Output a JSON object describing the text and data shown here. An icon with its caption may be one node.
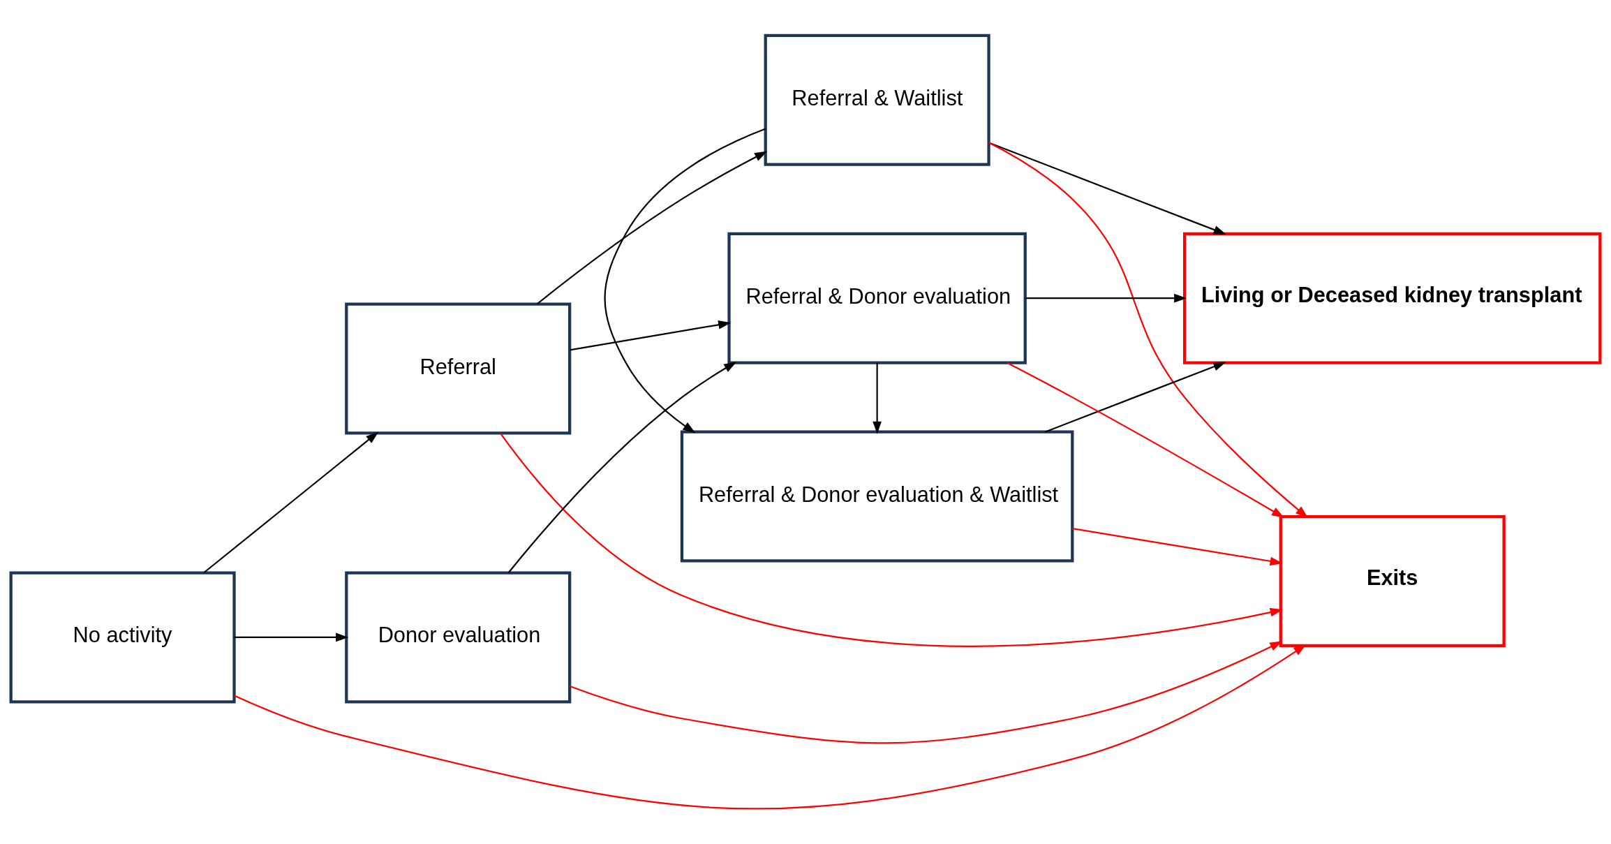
{
  "diagram": {
    "nodes": [
      {
        "text": [
          "No activity"
        ]
      },
      {
        "text": [
          "Referral"
        ]
      },
      {
        "text": [
          "Donor evaluation"
        ]
      },
      {
        "text": [
          "Referral & Waitlist"
        ]
      },
      {
        "text": [
          "Referral & Donor evaluation & Waitlist"
        ]
      },
      {
        "text": [
          "Referral & Donor evaluation"
        ]
      },
      {
        "text": [
          "Living or Deceased kidney transplant"
        ]
      },
      {
        "text": [
          "Exits"
        ]
      }
    ],
    "edges": [
      {
        "from": 0,
        "to": 1,
        "arrow": "to"
      },
      {
        "from": 0,
        "to": 2,
        "arrow": "to"
      },
      {
        "from": 1,
        "to": 3,
        "arrow": "to"
      },
      {
        "from": 1,
        "to": 5,
        "arrow": "to"
      },
      {
        "from": 2,
        "to": 5,
        "arrow": "to"
      },
      {
        "from": 3,
        "to": 4,
        "arrow": "to"
      },
      {
        "from": 5,
        "to": 4,
        "arrow": "to"
      },
      {
        "from": 3,
        "to": 6,
        "arrow": "to"
      },
      {
        "from": 4,
        "to": 6,
        "arrow": "to"
      },
      {
        "from": 5,
        "to": 6,
        "arrow": "to"
      },
      {
        "from": 3,
        "to": 7,
        "arrow": "to",
        "color": "#ff0000"
      },
      {
        "from": 4,
        "to": 7,
        "arrow": "to",
        "color": "#ff0000"
      },
      {
        "from": 5,
        "to": 7,
        "arrow": "to",
        "color": "#ff0000"
      },
      {
        "from": 1,
        "to": 7,
        "arrow": "to",
        "color": "#ff0000"
      },
      {
        "from": 2,
        "to": 7,
        "arrow": "to",
        "color": "#ff0000"
      },
      {
        "from": 0,
        "to": 7,
        "arrow": "to",
        "color": "#ff0000"
      }
    ]
  }
}
